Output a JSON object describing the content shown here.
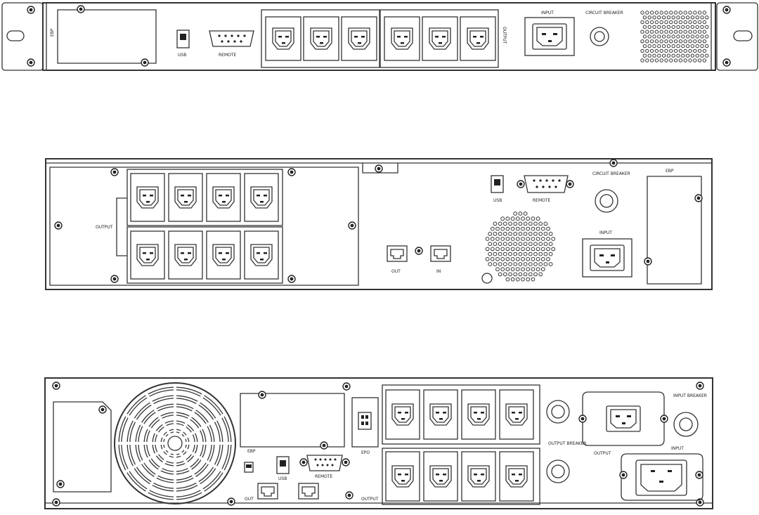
{
  "units": [
    {
      "id": "unit-1u",
      "labels": {
        "ebp": "EBP",
        "usb": "USB",
        "remote": "REMOTE",
        "output": "OUTPUT",
        "input": "INPUT",
        "circuit_breaker": "CIRCUIT BREAKER"
      },
      "outlet_count": 6
    },
    {
      "id": "unit-2u-a",
      "labels": {
        "output": "OUTPUT",
        "usb": "USB",
        "remote": "REMOTE",
        "circuit_breaker": "CIRCUIT BREAKER",
        "ebp": "EBP",
        "input": "INPUT",
        "out": "OUT",
        "in": "IN"
      },
      "outlet_count": 8
    },
    {
      "id": "unit-2u-b",
      "labels": {
        "ebp": "EBP",
        "usb": "USB",
        "remote": "REMOTE",
        "epo": "EPO",
        "out": "OUT",
        "output": "OUTPUT",
        "output_breaker": "OUTPUT BREAKER",
        "output_c19": "OUTPUT",
        "input_breaker": "INPUT BREAKER",
        "input": "INPUT"
      },
      "outlet_count": 8
    }
  ]
}
